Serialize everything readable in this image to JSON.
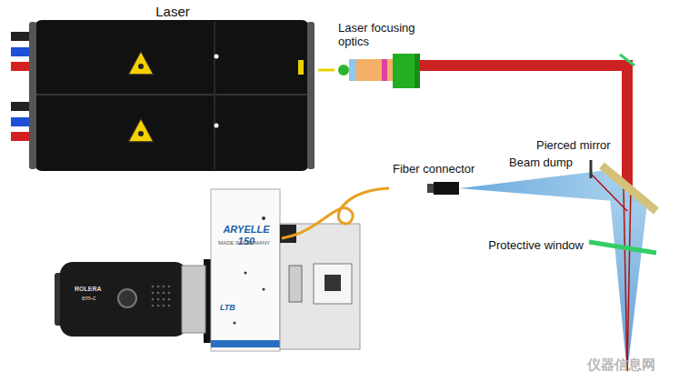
{
  "diagram": {
    "nodes": [
      {
        "text": [
          "Laser"
        ]
      },
      {
        "text": [
          "Laser focusing optics"
        ]
      },
      {
        "text": [
          "Pierced mirror"
        ]
      },
      {
        "text": [
          "Fiber connector"
        ]
      },
      {
        "text": [
          "ARYELLE 150"
        ]
      }
    ],
    "edges": [
      {
        "from": 0,
        "to": 1,
        "arrow": "none"
      },
      {
        "from": 1,
        "to": 2,
        "arrow": "none"
      },
      {
        "from": 3,
        "to": 4,
        "arrow": "none"
      }
    ],
    "labels": [
      "Beam dump",
      "Protective window",
      "MADE IN GERMANY",
      "LTB",
      "ROLERA",
      "em-c",
      "仪器信息网"
    ]
  }
}
